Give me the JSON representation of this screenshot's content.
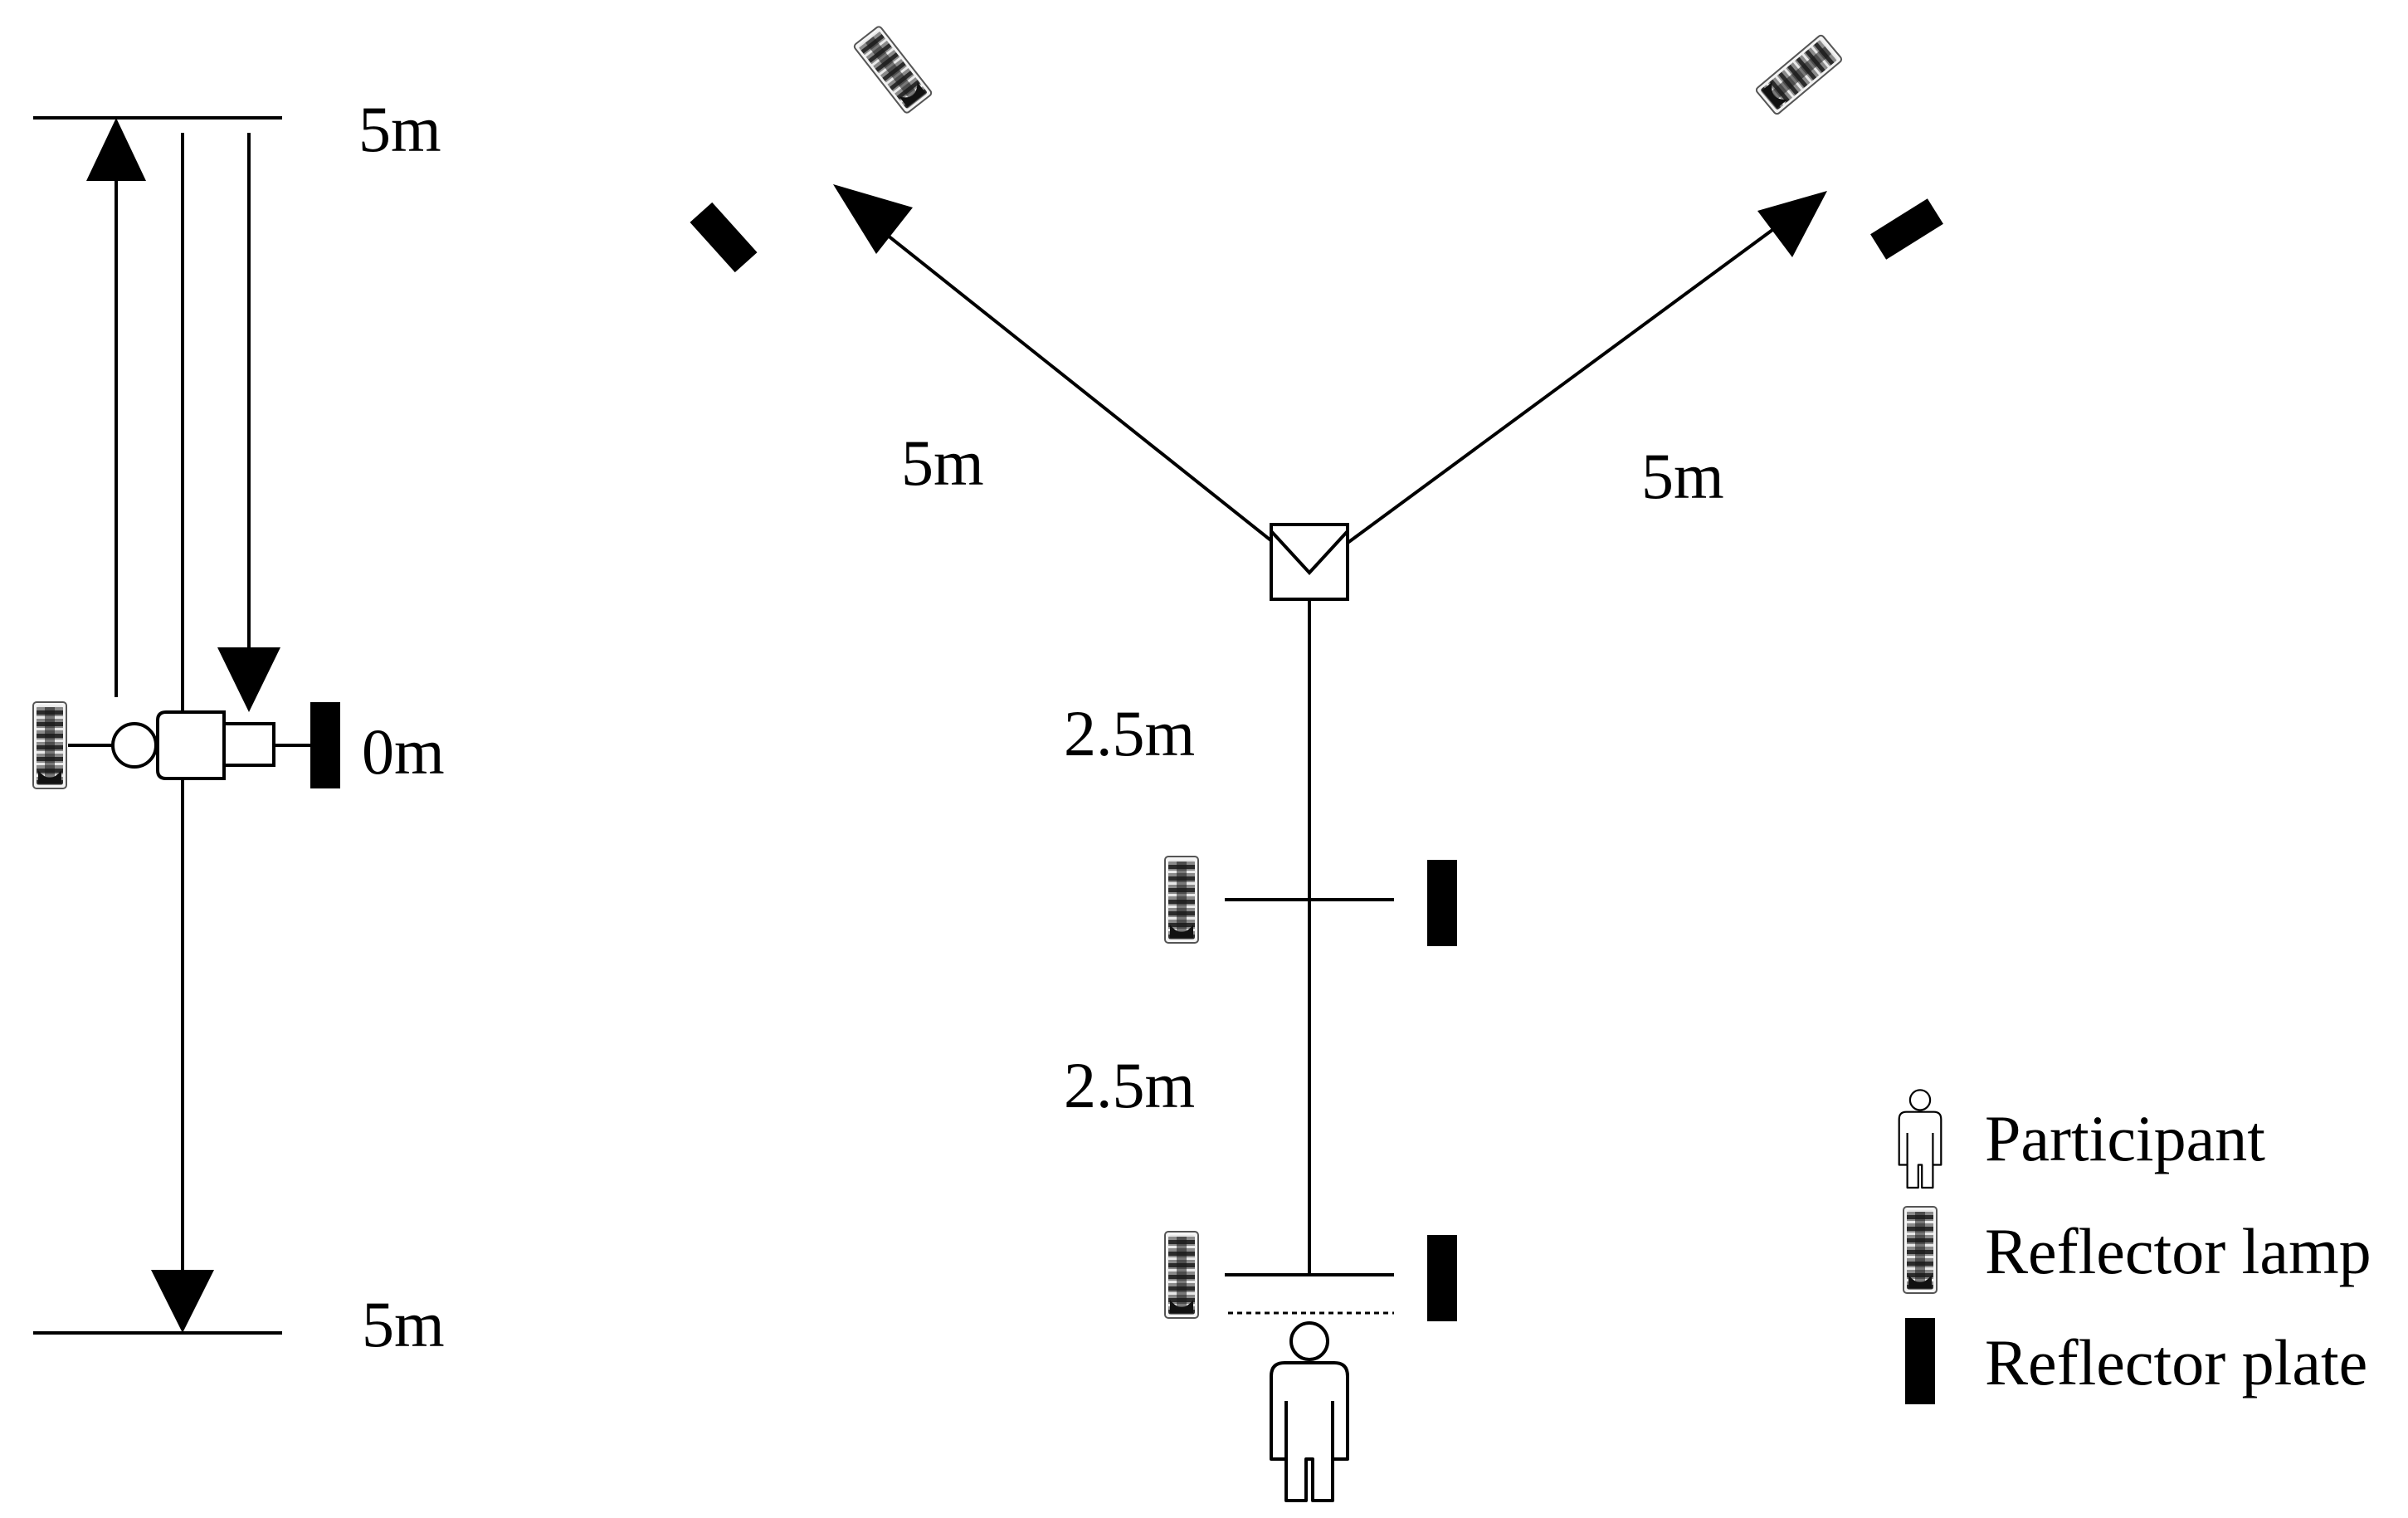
{
  "left_diagram": {
    "top_distance": "5m",
    "start_distance": "0m",
    "bottom_distance": "5m"
  },
  "right_diagram": {
    "left_branch_distance": "5m",
    "right_branch_distance": "5m",
    "upper_stem_distance": "2.5m",
    "lower_stem_distance": "2.5m"
  },
  "legend": {
    "participant": "Participant",
    "reflector_lamp": "Reflector lamp",
    "reflector_plate": "Reflector plate"
  }
}
